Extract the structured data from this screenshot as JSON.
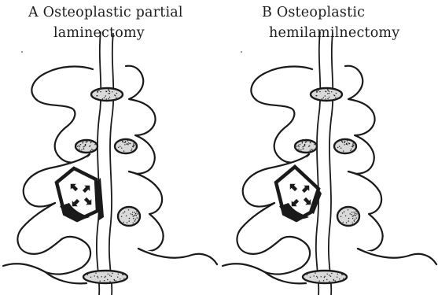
{
  "figure": {
    "panels": [
      {
        "id": "A",
        "caption_line1": "A Osteoplastic partial",
        "caption_line2": "laminectomy",
        "procedure": "partial-laminectomy"
      },
      {
        "id": "B",
        "caption_line1": "B Osteoplastic",
        "caption_line2": "hemilamilnectomy",
        "procedure": "hemilaminectomy"
      }
    ],
    "colors": {
      "ink": "#1a1a1a",
      "bone_fill": "#ffffff",
      "disc_fill": "#d9d9d9",
      "paper": "#ffffff"
    }
  }
}
